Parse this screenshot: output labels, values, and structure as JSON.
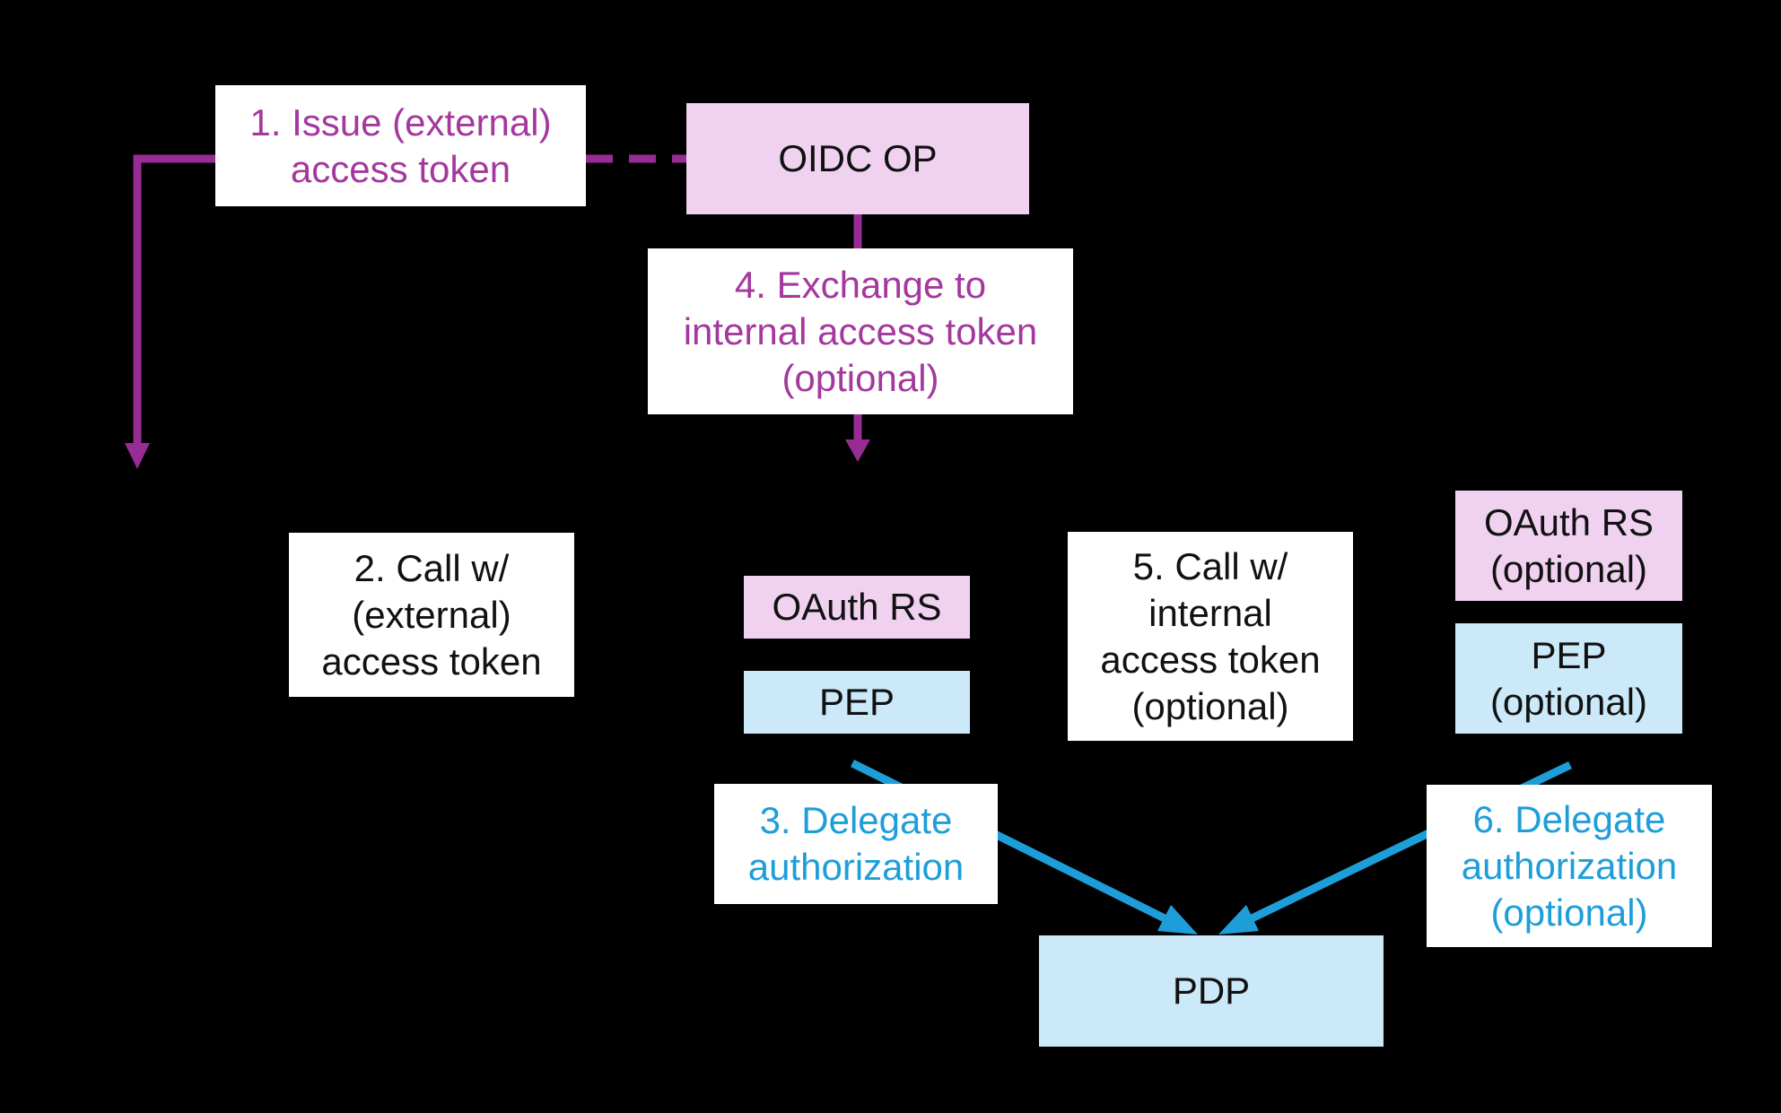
{
  "colors": {
    "background": "#000000",
    "purple_arrow": "#972C94",
    "purple_text": "#A4389D",
    "blue": "#1E9ED9",
    "pink_fill": "#F0D2F0",
    "light_blue_fill": "#CBE9F8",
    "box_fill_white": "#FFFFFF",
    "text_dark": "#111111"
  },
  "nodes": {
    "step1": "1. Issue (external)\naccess token",
    "oidc_op": "OIDC OP",
    "step4": "4. Exchange to\ninternal access token\n(optional)",
    "step2": "2. Call w/\n(external)\naccess token",
    "oauth_rs": "OAuth RS",
    "pep": "PEP",
    "step5": "5. Call w/\ninternal\naccess token\n(optional)",
    "oauth_rs_optional": "OAuth RS\n(optional)",
    "pep_optional": "PEP\n(optional)",
    "step3": "3. Delegate\nauthorization",
    "step6": "6. Delegate\nauthorization\n(optional)",
    "pdp": "PDP"
  }
}
